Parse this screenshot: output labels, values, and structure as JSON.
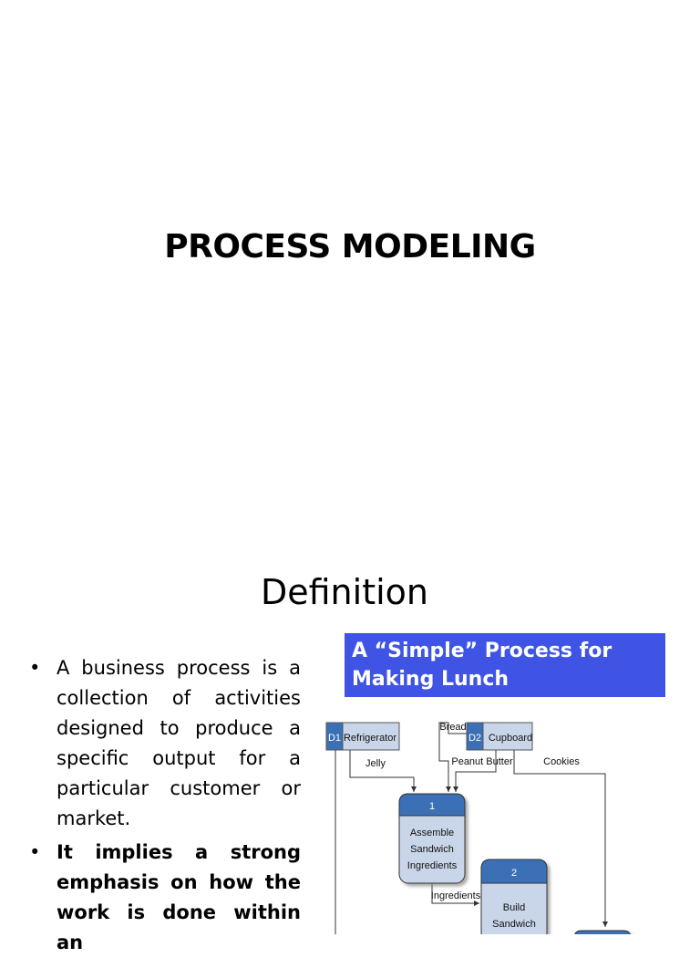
{
  "slide1": {
    "title": "PROCESS MODELING"
  },
  "slide2": {
    "title": "Definition",
    "bullets": [
      {
        "text": " A business process is a collection of activities designed to produce a specific output for a particular customer or market.",
        "bold": false
      },
      {
        "text": "It implies a strong emphasis on how the work is done within an",
        "bold": true
      }
    ],
    "bullet_symbol": "•"
  },
  "diagram": {
    "banner_line1": "A “Simple” Process for",
    "banner_line2": "Making Lunch",
    "stores": [
      {
        "id": "D1",
        "name": "Refrigerator"
      },
      {
        "id": "D2",
        "name": "Cupboard"
      }
    ],
    "processes": [
      {
        "number": "1",
        "line1": "Assemble",
        "line2": "Sandwich",
        "line3": "Ingredients"
      },
      {
        "number": "2",
        "line1": "Build",
        "line2": "Sandwich"
      }
    ],
    "flows": {
      "bread": "Bread",
      "jelly": "Jelly",
      "peanut_butter": "Peanut Butter",
      "cookies": "Cookies",
      "ingredients": "Ingredients"
    },
    "colors": {
      "banner": "#3f54e4",
      "store_id": "#3b6fb6",
      "store_body": "#c9d6ea",
      "process_head": "#3b6fb6",
      "process_body": "#c9d6ea",
      "line": "#333333"
    }
  }
}
